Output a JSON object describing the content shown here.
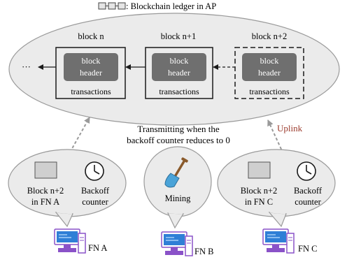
{
  "legend": {
    "text": ": Blockchain ledger in AP"
  },
  "ledger": {
    "ellipsis": "···",
    "blocks": [
      {
        "title": "block n",
        "header_line1": "block",
        "header_line2": "header",
        "tx_label": "transactions",
        "border": "solid"
      },
      {
        "title": "block n+1",
        "header_line1": "block",
        "header_line2": "header",
        "tx_label": "transactions",
        "border": "solid"
      },
      {
        "title": "block n+2",
        "header_line1": "block",
        "header_line2": "header",
        "tx_label": "transactions",
        "border": "dashed"
      }
    ]
  },
  "transmit_note": {
    "line1": "Transmitting when the",
    "line2": "backoff counter reduces to 0"
  },
  "uplink": {
    "label": "Uplink",
    "color": "#9b3a2c"
  },
  "nodes": [
    {
      "id": "fn-a",
      "block_line1": "Block n+2",
      "block_line2": "in FN A",
      "counter_line1": "Backoff",
      "counter_line2": "counter",
      "pc_label": "FN A"
    },
    {
      "id": "fn-b",
      "mining_label": "Mining",
      "pc_label": "FN B"
    },
    {
      "id": "fn-c",
      "block_line1": "Block n+2",
      "block_line2": "in FN C",
      "counter_line1": "Backoff",
      "counter_line2": "counter",
      "pc_label": "FN C"
    }
  ],
  "colors": {
    "ellipse_fill": "#ebebeb",
    "ellipse_stroke": "#9a9a9a",
    "header_fill": "#6f6f6f",
    "block_icon_fill": "#cfcfcf",
    "arrow_gray": "#9a9a9a",
    "pc_purple": "#8a52c8",
    "pc_screen": "#2f7fd6"
  },
  "icons": [
    "clock-icon",
    "shovel-icon",
    "computer-icon",
    "block-icon"
  ]
}
